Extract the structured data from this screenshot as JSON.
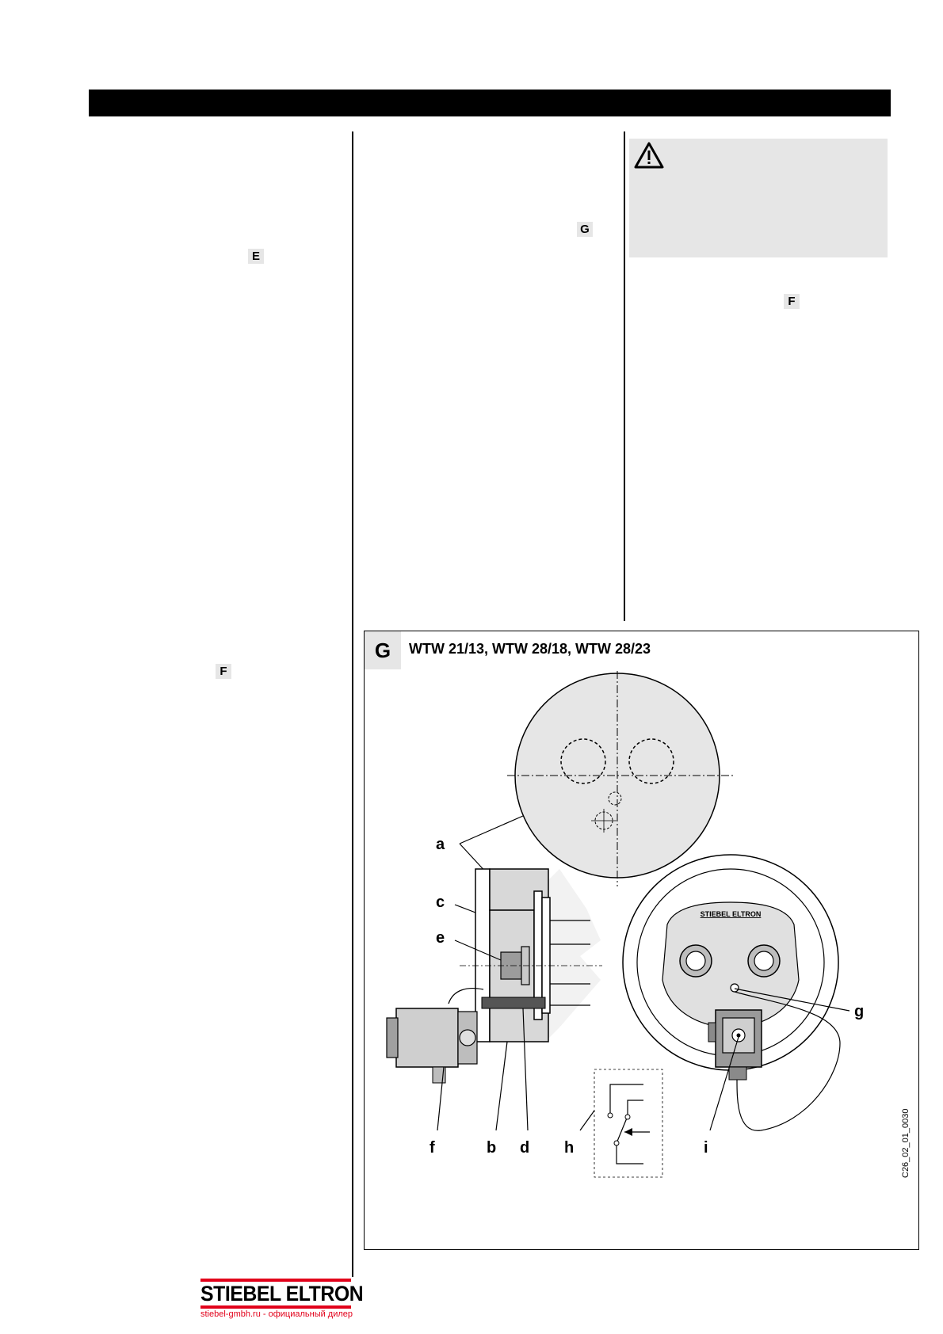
{
  "refs": {
    "e": "E",
    "f_left": "F",
    "g": "G",
    "f_right": "F"
  },
  "figure": {
    "tab": "G",
    "title": "WTW 21/13, WTW 28/18, WTW 28/23",
    "labels": {
      "a": "a",
      "b": "b",
      "c": "c",
      "d": "d",
      "e": "e",
      "f": "f",
      "g": "g",
      "h": "h",
      "i": "i"
    },
    "device_brand": "STIEBEL ELTRON",
    "drawing_code": "C26_02_01_0030"
  },
  "footer": {
    "logo": "STIEBEL ELTRON",
    "tagline": "stiebel-gmbh.ru - официальный дилер"
  },
  "colors": {
    "accent_red": "#e2001a",
    "panel_grey": "#e6e6e6",
    "header_black": "#000000"
  }
}
